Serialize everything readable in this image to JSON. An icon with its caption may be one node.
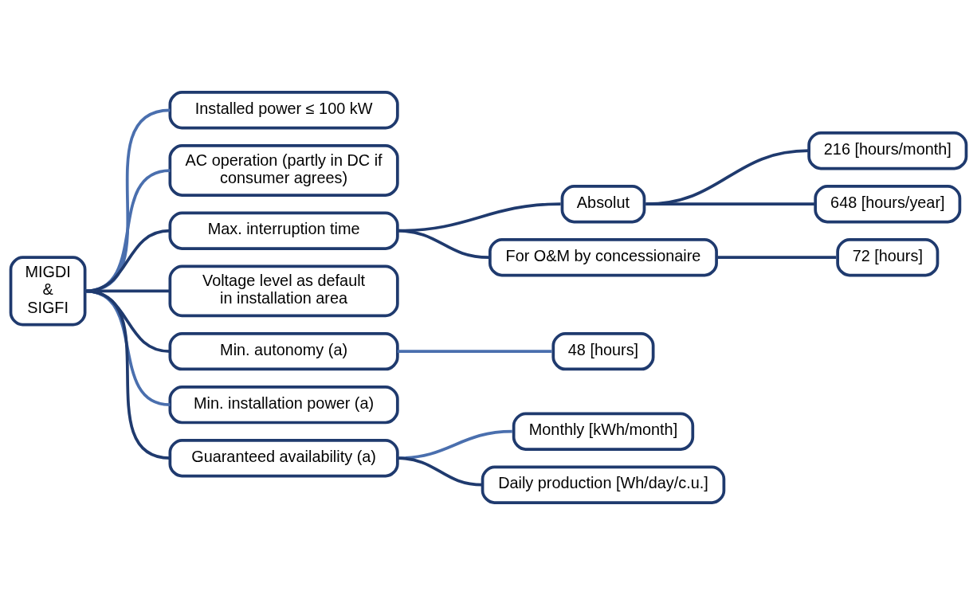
{
  "diagram": {
    "nodes": [
      {
        "text": [
          "MIGDI & SIGFI"
        ]
      },
      {
        "text": [
          "Installed power ≤ 100 kW"
        ]
      },
      {
        "text": [
          "AC operation (partly in DC if consumer agrees)"
        ]
      },
      {
        "text": [
          "Max. interruption time"
        ]
      },
      {
        "text": [
          "Voltage level as default in installation area"
        ]
      },
      {
        "text": [
          "Min. autonomy (a)"
        ]
      },
      {
        "text": [
          "Min. installation power (a)"
        ]
      },
      {
        "text": [
          "Guaranteed availability (a)"
        ]
      },
      {
        "text": [
          "Absolut"
        ]
      },
      {
        "text": [
          "For O&M by concessionaire"
        ]
      },
      {
        "text": [
          "216 [hours/month]"
        ]
      },
      {
        "text": [
          "648 [hours/year]"
        ]
      },
      {
        "text": [
          "72 [hours]"
        ]
      },
      {
        "text": [
          "48 [hours]"
        ]
      },
      {
        "text": [
          "Monthly [kWh/month]"
        ]
      },
      {
        "text": [
          "Daily production [Wh/day/c.u.]"
        ]
      }
    ],
    "edges": [
      {
        "from": 0,
        "to": 1,
        "arrow": "none",
        "color": "#4a6fae"
      },
      {
        "from": 0,
        "to": 2,
        "arrow": "none",
        "color": "#4a6fae"
      },
      {
        "from": 0,
        "to": 3,
        "arrow": "none"
      },
      {
        "from": 0,
        "to": 4,
        "arrow": "none"
      },
      {
        "from": 0,
        "to": 5,
        "arrow": "none"
      },
      {
        "from": 0,
        "to": 6,
        "arrow": "none",
        "color": "#4a6fae"
      },
      {
        "from": 0,
        "to": 7,
        "arrow": "none"
      },
      {
        "from": 3,
        "to": 8,
        "arrow": "none"
      },
      {
        "from": 3,
        "to": 9,
        "arrow": "none"
      },
      {
        "from": 8,
        "to": 10,
        "arrow": "none"
      },
      {
        "from": 8,
        "to": 11,
        "arrow": "none"
      },
      {
        "from": 9,
        "to": 12,
        "arrow": "none"
      },
      {
        "from": 5,
        "to": 13,
        "arrow": "none",
        "color": "#4a6fae"
      },
      {
        "from": 7,
        "to": 14,
        "arrow": "none",
        "color": "#4a6fae"
      },
      {
        "from": 7,
        "to": 15,
        "arrow": "none"
      }
    ]
  }
}
